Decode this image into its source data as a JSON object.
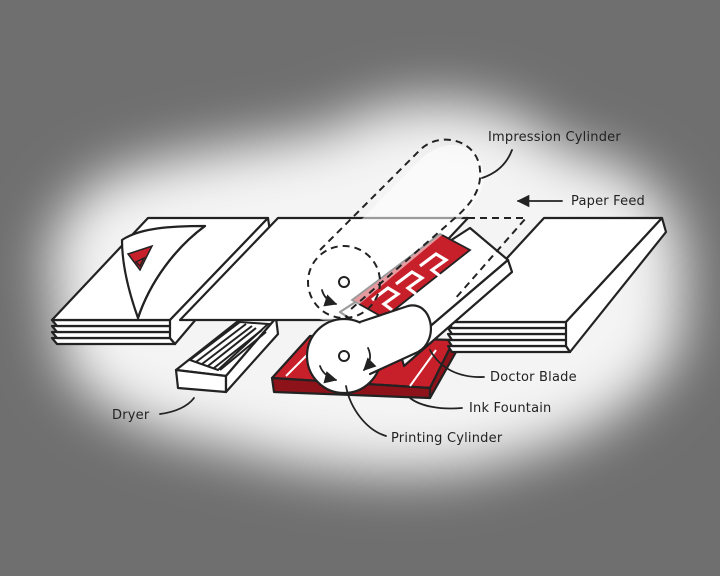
{
  "labels": {
    "impression_cylinder": "Impression Cylinder",
    "paper_feed": "Paper Feed",
    "doctor_blade": "Doctor Blade",
    "ink_fountain": "Ink Fountain",
    "printing_cylinder": "Printing Cylinder",
    "dryer": "Dryer"
  },
  "colors": {
    "background": "#6f6f6f",
    "halo": "#f4f4f4",
    "paper": "#ffffff",
    "outline": "#222222",
    "ink": "#c8202a",
    "ink_dark": "#8e1219"
  }
}
